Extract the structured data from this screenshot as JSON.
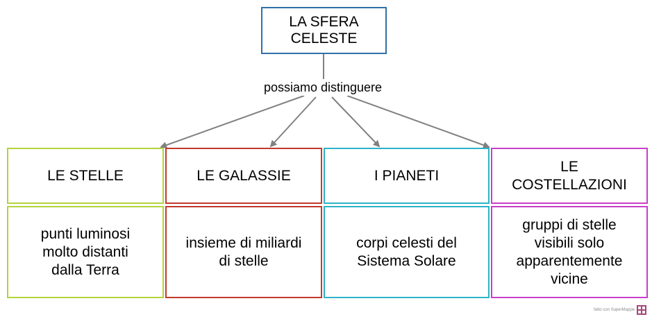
{
  "colors": {
    "root_border": "#2f6fa7",
    "arrow": "#808080",
    "stelle": "#b2d43a",
    "galassie": "#c0392b",
    "pianeti": "#2cb3c8",
    "costellazioni": "#c73fc9",
    "logo": "#a8447a"
  },
  "diagram": {
    "root": "LA SFERA\nCELESTE",
    "link_label": "possiamo distinguere",
    "categories": [
      {
        "title": "LE STELLE",
        "description": "punti luminosi\nmolto distanti\n dalla Terra"
      },
      {
        "title": "LE GALASSIE",
        "description": "insieme di miliardi\ndi stelle"
      },
      {
        "title": "I PIANETI",
        "description": "corpi celesti del\nSistema Solare"
      },
      {
        "title": "LE\nCOSTELLAZIONI",
        "description": "gruppi di stelle\nvisibili solo\napparentemente\nvicine"
      }
    ]
  },
  "footer": {
    "brand": "fatto con SuperMappe",
    "icon": "supermappe-logo-icon"
  }
}
